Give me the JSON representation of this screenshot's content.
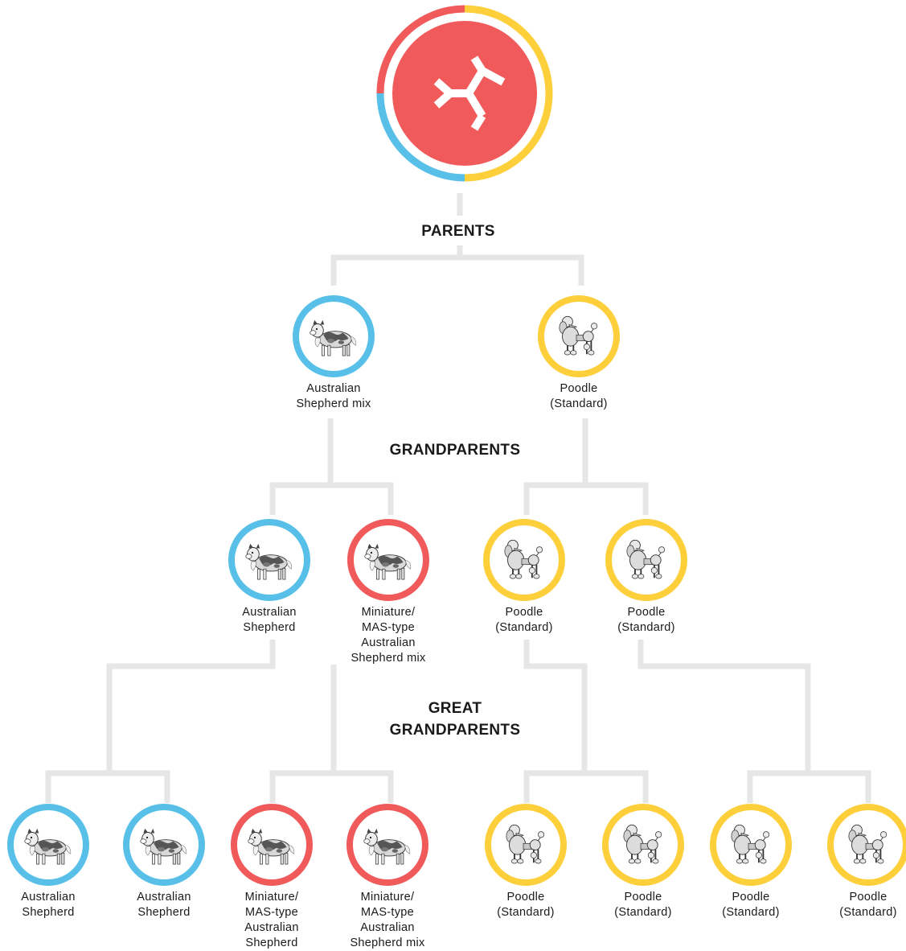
{
  "colors": {
    "australian_shepherd": "#58c0e8",
    "mas_type": "#f05a5b",
    "poodle": "#fccf3b",
    "connector": "#e6e6e6"
  },
  "root": {
    "icon": "split-arrows-icon",
    "ring_segments": [
      {
        "color": "#fccf3b",
        "percent": 50
      },
      {
        "color": "#58c0e8",
        "percent": 25
      },
      {
        "color": "#f05a5b",
        "percent": 25
      }
    ]
  },
  "headings": {
    "parents": "PARENTS",
    "grandparents": "GRANDPARENTS",
    "great_line1": "GREAT",
    "great_line2": "GRANDPARENTS"
  },
  "nodes": [
    {
      "id": "p1",
      "lines": [
        "Australian",
        "Shepherd mix"
      ],
      "color": "#58c0e8",
      "dog": "shepherd-dog-icon"
    },
    {
      "id": "p2",
      "lines": [
        "Poodle",
        "(Standard)"
      ],
      "color": "#fccf3b",
      "dog": "poodle-dog-icon"
    },
    {
      "id": "g1",
      "lines": [
        "Australian",
        "Shepherd"
      ],
      "color": "#58c0e8",
      "dog": "shepherd-dog-icon"
    },
    {
      "id": "g2",
      "lines": [
        "Miniature/",
        "MAS-type",
        "Australian",
        "Shepherd mix"
      ],
      "color": "#f05a5b",
      "dog": "shepherd-dog-icon"
    },
    {
      "id": "g3",
      "lines": [
        "Poodle",
        "(Standard)"
      ],
      "color": "#fccf3b",
      "dog": "poodle-dog-icon"
    },
    {
      "id": "g4",
      "lines": [
        "Poodle",
        "(Standard)"
      ],
      "color": "#fccf3b",
      "dog": "poodle-dog-icon"
    },
    {
      "id": "gg1",
      "lines": [
        "Australian",
        "Shepherd"
      ],
      "color": "#58c0e8",
      "dog": "shepherd-dog-icon"
    },
    {
      "id": "gg2",
      "lines": [
        "Australian",
        "Shepherd"
      ],
      "color": "#58c0e8",
      "dog": "shepherd-dog-icon"
    },
    {
      "id": "gg3",
      "lines": [
        "Miniature/",
        "MAS-type",
        "Australian",
        "Shepherd"
      ],
      "color": "#f05a5b",
      "dog": "shepherd-dog-icon"
    },
    {
      "id": "gg4",
      "lines": [
        "Miniature/",
        "MAS-type",
        "Australian",
        "Shepherd mix"
      ],
      "color": "#f05a5b",
      "dog": "shepherd-dog-icon"
    },
    {
      "id": "gg5",
      "lines": [
        "Poodle",
        "(Standard)"
      ],
      "color": "#fccf3b",
      "dog": "poodle-dog-icon"
    },
    {
      "id": "gg6",
      "lines": [
        "Poodle",
        "(Standard)"
      ],
      "color": "#fccf3b",
      "dog": "poodle-dog-icon"
    },
    {
      "id": "gg7",
      "lines": [
        "Poodle",
        "(Standard)"
      ],
      "color": "#fccf3b",
      "dog": "poodle-dog-icon"
    },
    {
      "id": "gg8",
      "lines": [
        "Poodle",
        "(Standard)"
      ],
      "color": "#fccf3b",
      "dog": "poodle-dog-icon"
    }
  ]
}
